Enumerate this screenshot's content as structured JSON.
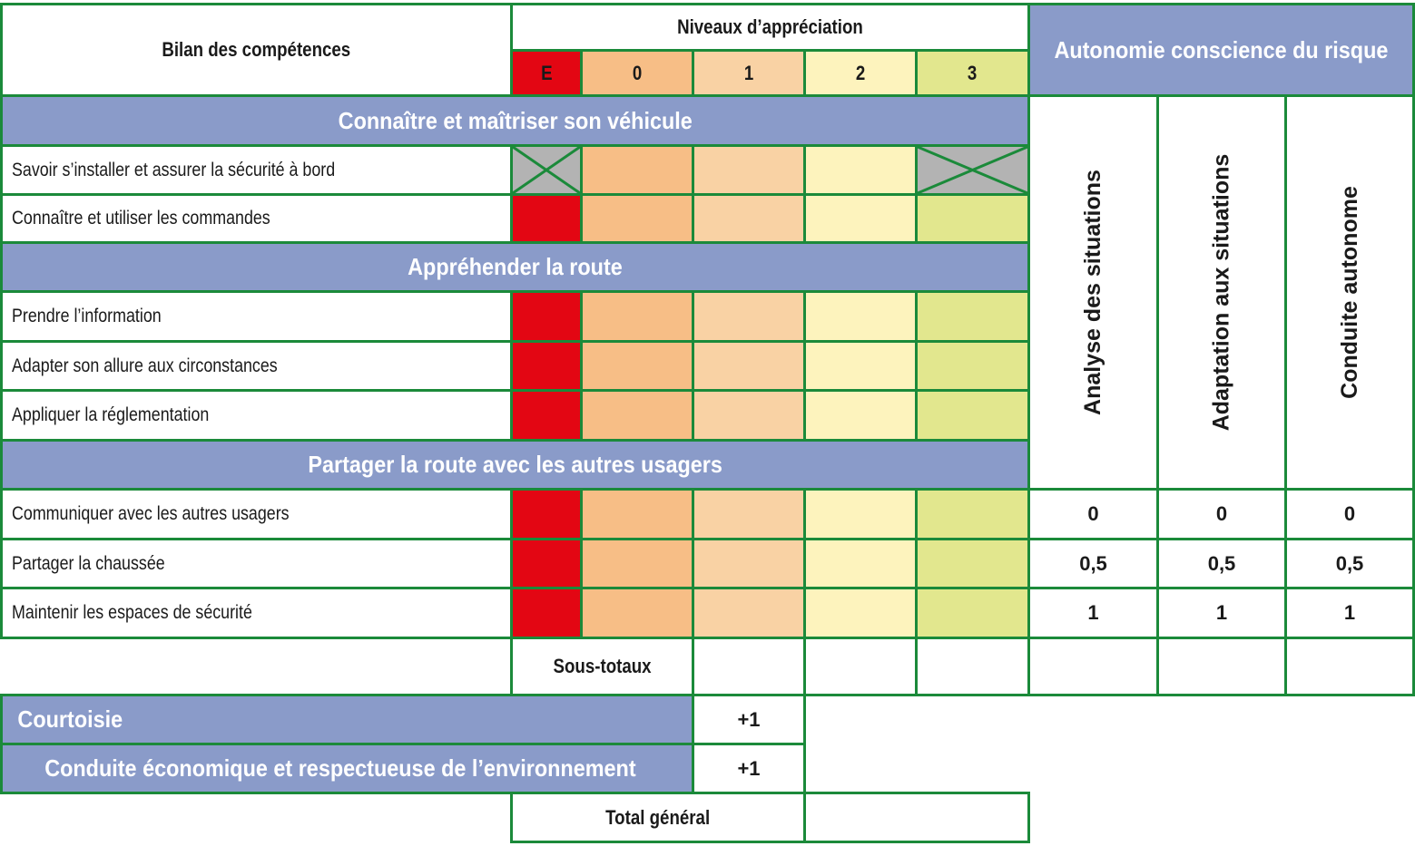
{
  "header": {
    "bilan": "Bilan des compétences",
    "niveaux": "Niveaux d’appréciation",
    "autonomie": "Autonomie conscience du risque",
    "levels": [
      "E",
      "0",
      "1",
      "2",
      "3"
    ]
  },
  "colors": {
    "E": "#e30613",
    "0": "#f7be86",
    "1": "#f9d2a4",
    "2": "#fdf3bd",
    "3": "#e2e78e",
    "band": "#8a9bc9",
    "border": "#1b8a3a",
    "crossed": "#b3b3b3"
  },
  "sections": [
    {
      "title": "Connaître et maîtriser son véhicule",
      "rows": [
        "Savoir s’installer et assurer la sécurité à bord",
        "Connaître et utiliser les commandes"
      ]
    },
    {
      "title": "Appréhender la route",
      "rows": [
        "Prendre l’information",
        "Adapter son allure aux circonstances",
        "Appliquer la réglementation"
      ]
    },
    {
      "title": "Partager la route avec les autres usagers",
      "rows": [
        "Communiquer avec les autres usagers",
        "Partager la chaussée",
        "Maintenir les espaces de sécurité"
      ]
    }
  ],
  "autonomy_columns": [
    "Analyse des situations",
    "Adaptation aux situations",
    "Conduite autonome"
  ],
  "autonomy_values": [
    "0",
    "0,5",
    "1"
  ],
  "sous_totaux": "Sous-totaux",
  "bonus": [
    {
      "label": "Courtoisie",
      "value": "+1"
    },
    {
      "label": "Conduite économique et respectueuse de l’environnement",
      "value": "+1"
    }
  ],
  "total": "Total général"
}
